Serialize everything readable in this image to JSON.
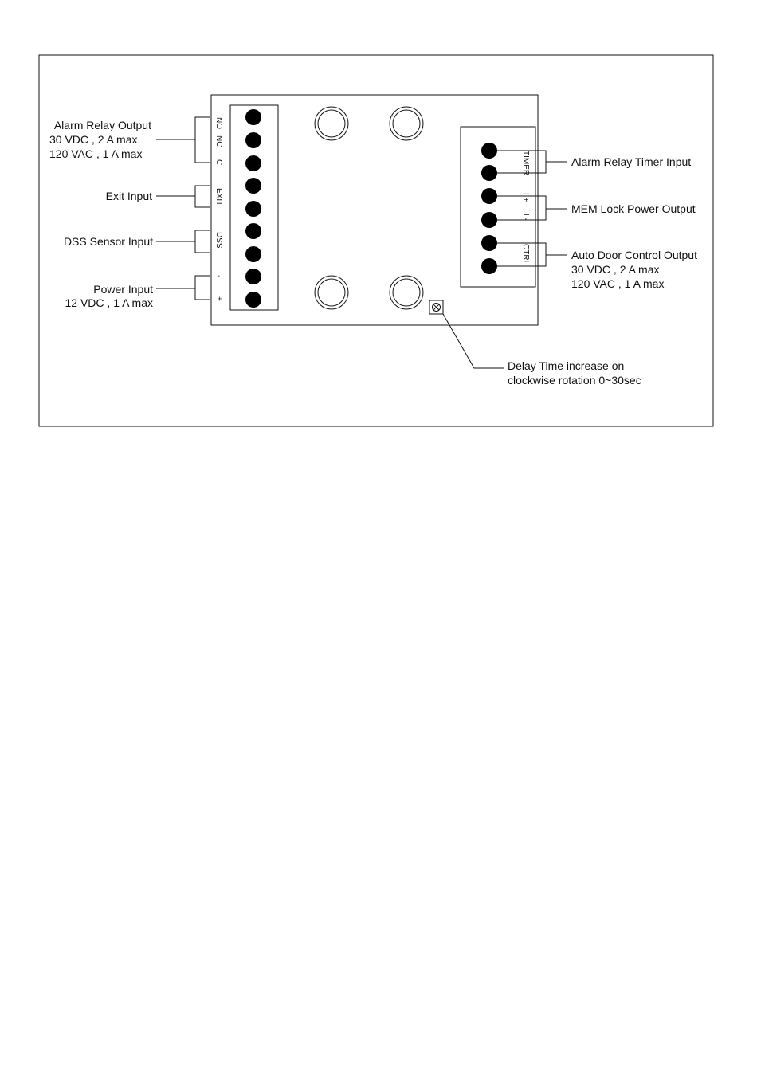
{
  "left_labels": {
    "alarm_relay": [
      "Alarm Relay Output",
      "30 VDC , 2 A max",
      "120 VAC , 1 A max"
    ],
    "exit": "Exit Input",
    "dss": "DSS Sensor Input",
    "power": [
      "Power Input",
      "12 VDC , 1 A max"
    ]
  },
  "left_pins": {
    "no": "NO",
    "nc": "NC",
    "c": "C",
    "exit": "EXIT",
    "dss": "DSS",
    "minus": "-",
    "plus": "+"
  },
  "right_pins": {
    "timer": "TIMER",
    "lplus": "L+",
    "lminus": "L-",
    "ctrl": "CTRL"
  },
  "right_labels": {
    "timer": "Alarm Relay Timer Input",
    "mem_lock": "MEM Lock Power Output",
    "auto_door": [
      "Auto Door Control Output",
      "30 VDC , 2 A max",
      "120 VAC , 1 A max"
    ]
  },
  "delay_note": [
    "Delay Time increase on",
    "clockwise rotation 0~30sec"
  ]
}
